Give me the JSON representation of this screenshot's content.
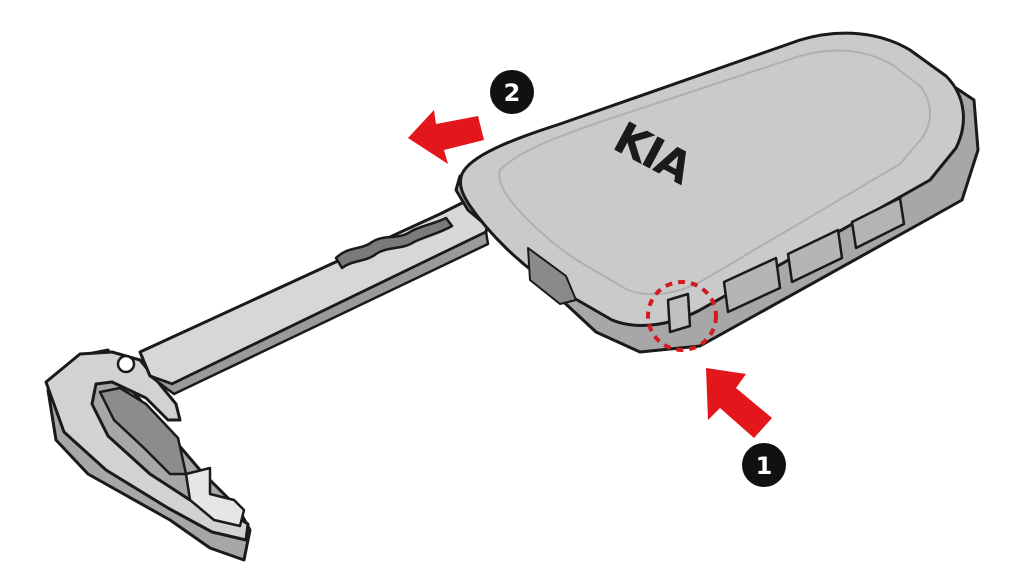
{
  "diagram": {
    "logo": "KIA",
    "steps": [
      {
        "number": "1",
        "action": "press-release-button",
        "arrow_icon": "arrow-up-icon"
      },
      {
        "number": "2",
        "action": "pull-out-mechanical-key",
        "arrow_icon": "arrow-left-icon"
      }
    ],
    "colors": {
      "arrow": "#e3161b",
      "highlight_ring": "#d21a1f",
      "badge": "#111111",
      "badge_text": "#ffffff",
      "fob_top": "#c9c9c9",
      "fob_side": "#a7a7a7",
      "key_body": "#d2d2d2",
      "outline": "#1a1a1a"
    }
  }
}
